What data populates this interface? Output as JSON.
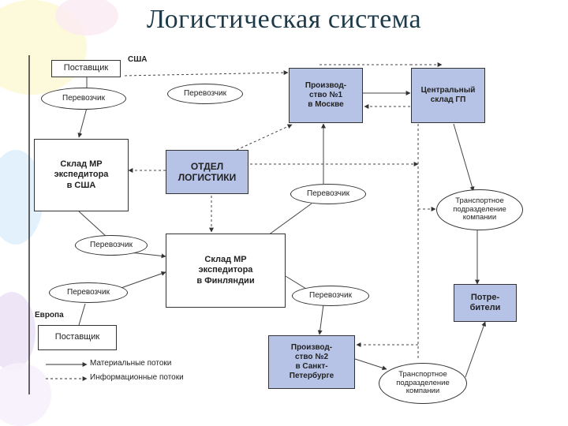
{
  "title": "Логистическая система",
  "labels": {
    "usa": "США",
    "europe": "Европа"
  },
  "boxes": {
    "supplier_usa": "Поставщик",
    "warehouse_usa": "Склад МР\nэкспедитора\nв США",
    "logistics_dept": "ОТДЕЛ\nЛОГИСТИКИ",
    "production_1": "Производ-\nство №1\nв Москве",
    "central_warehouse": "Центральный\nсклад ГП",
    "warehouse_finland": "Склад МР\nэкспедитора\nв Финляндии",
    "supplier_europe": "Поставщик",
    "production_2": "Производ-\nство №2\nв Санкт-\nПетербурге",
    "consumers": "Потре-\nбители"
  },
  "ellipses": {
    "carrier_1": "Перевозчик",
    "carrier_2": "Перевозчик",
    "carrier_3": "Перевозчик",
    "carrier_4": "Перевозчик",
    "carrier_5": "Перевозчик",
    "carrier_6": "Перевозчик",
    "transport_1": "Транспортное\nподразделение\nкомпании",
    "transport_2": "Транспортное\nподразделение\nкомпании"
  },
  "legend": {
    "material": "Материальные потоки",
    "information": "Информационные потоки"
  },
  "colors": {
    "highlight": "#b7c3e6",
    "title": "#1d3a4a"
  }
}
